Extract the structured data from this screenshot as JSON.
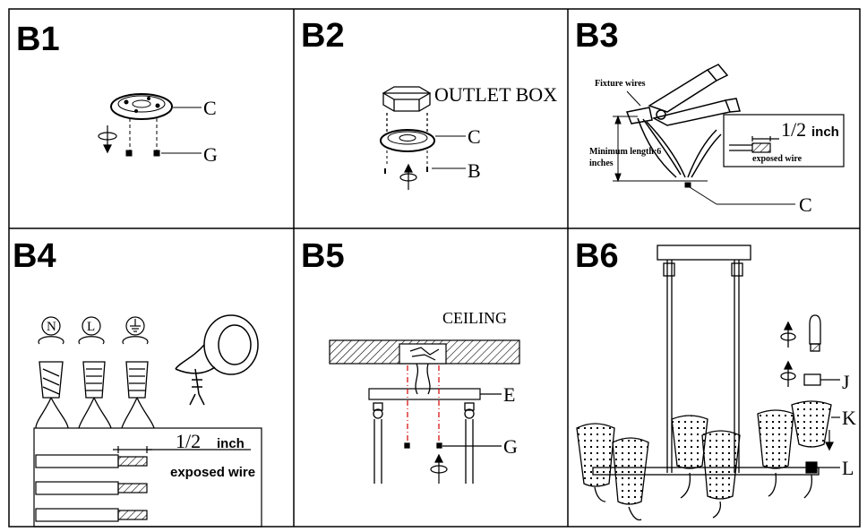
{
  "panels": [
    {
      "id": "B1",
      "labels": {
        "c": "C",
        "g": "G"
      }
    },
    {
      "id": "B2",
      "labels": {
        "outlet_box": "OUTLET BOX",
        "c": "C",
        "b": "B"
      }
    },
    {
      "id": "B3",
      "labels": {
        "fixture_wires": "Fixture wires",
        "min_length_1": "Minimum length:6",
        "min_length_2": "inches",
        "half_inch": "1/2",
        "inch": "inch",
        "exposed_wire": "exposed wire",
        "c": "C"
      }
    },
    {
      "id": "B4",
      "labels": {
        "n": "N",
        "l": "L",
        "half_inch": "1/2",
        "inch": "inch",
        "exposed_wire": "exposed wire"
      }
    },
    {
      "id": "B5",
      "labels": {
        "ceiling": "CEILING",
        "e": "E",
        "g": "G"
      }
    },
    {
      "id": "B6",
      "labels": {
        "j": "J",
        "k": "K",
        "l": "L"
      }
    }
  ],
  "colors": {
    "line": "#000000",
    "hatch": "#555555",
    "red_dash": "#d40000",
    "panel_bg": "#ffffff"
  }
}
